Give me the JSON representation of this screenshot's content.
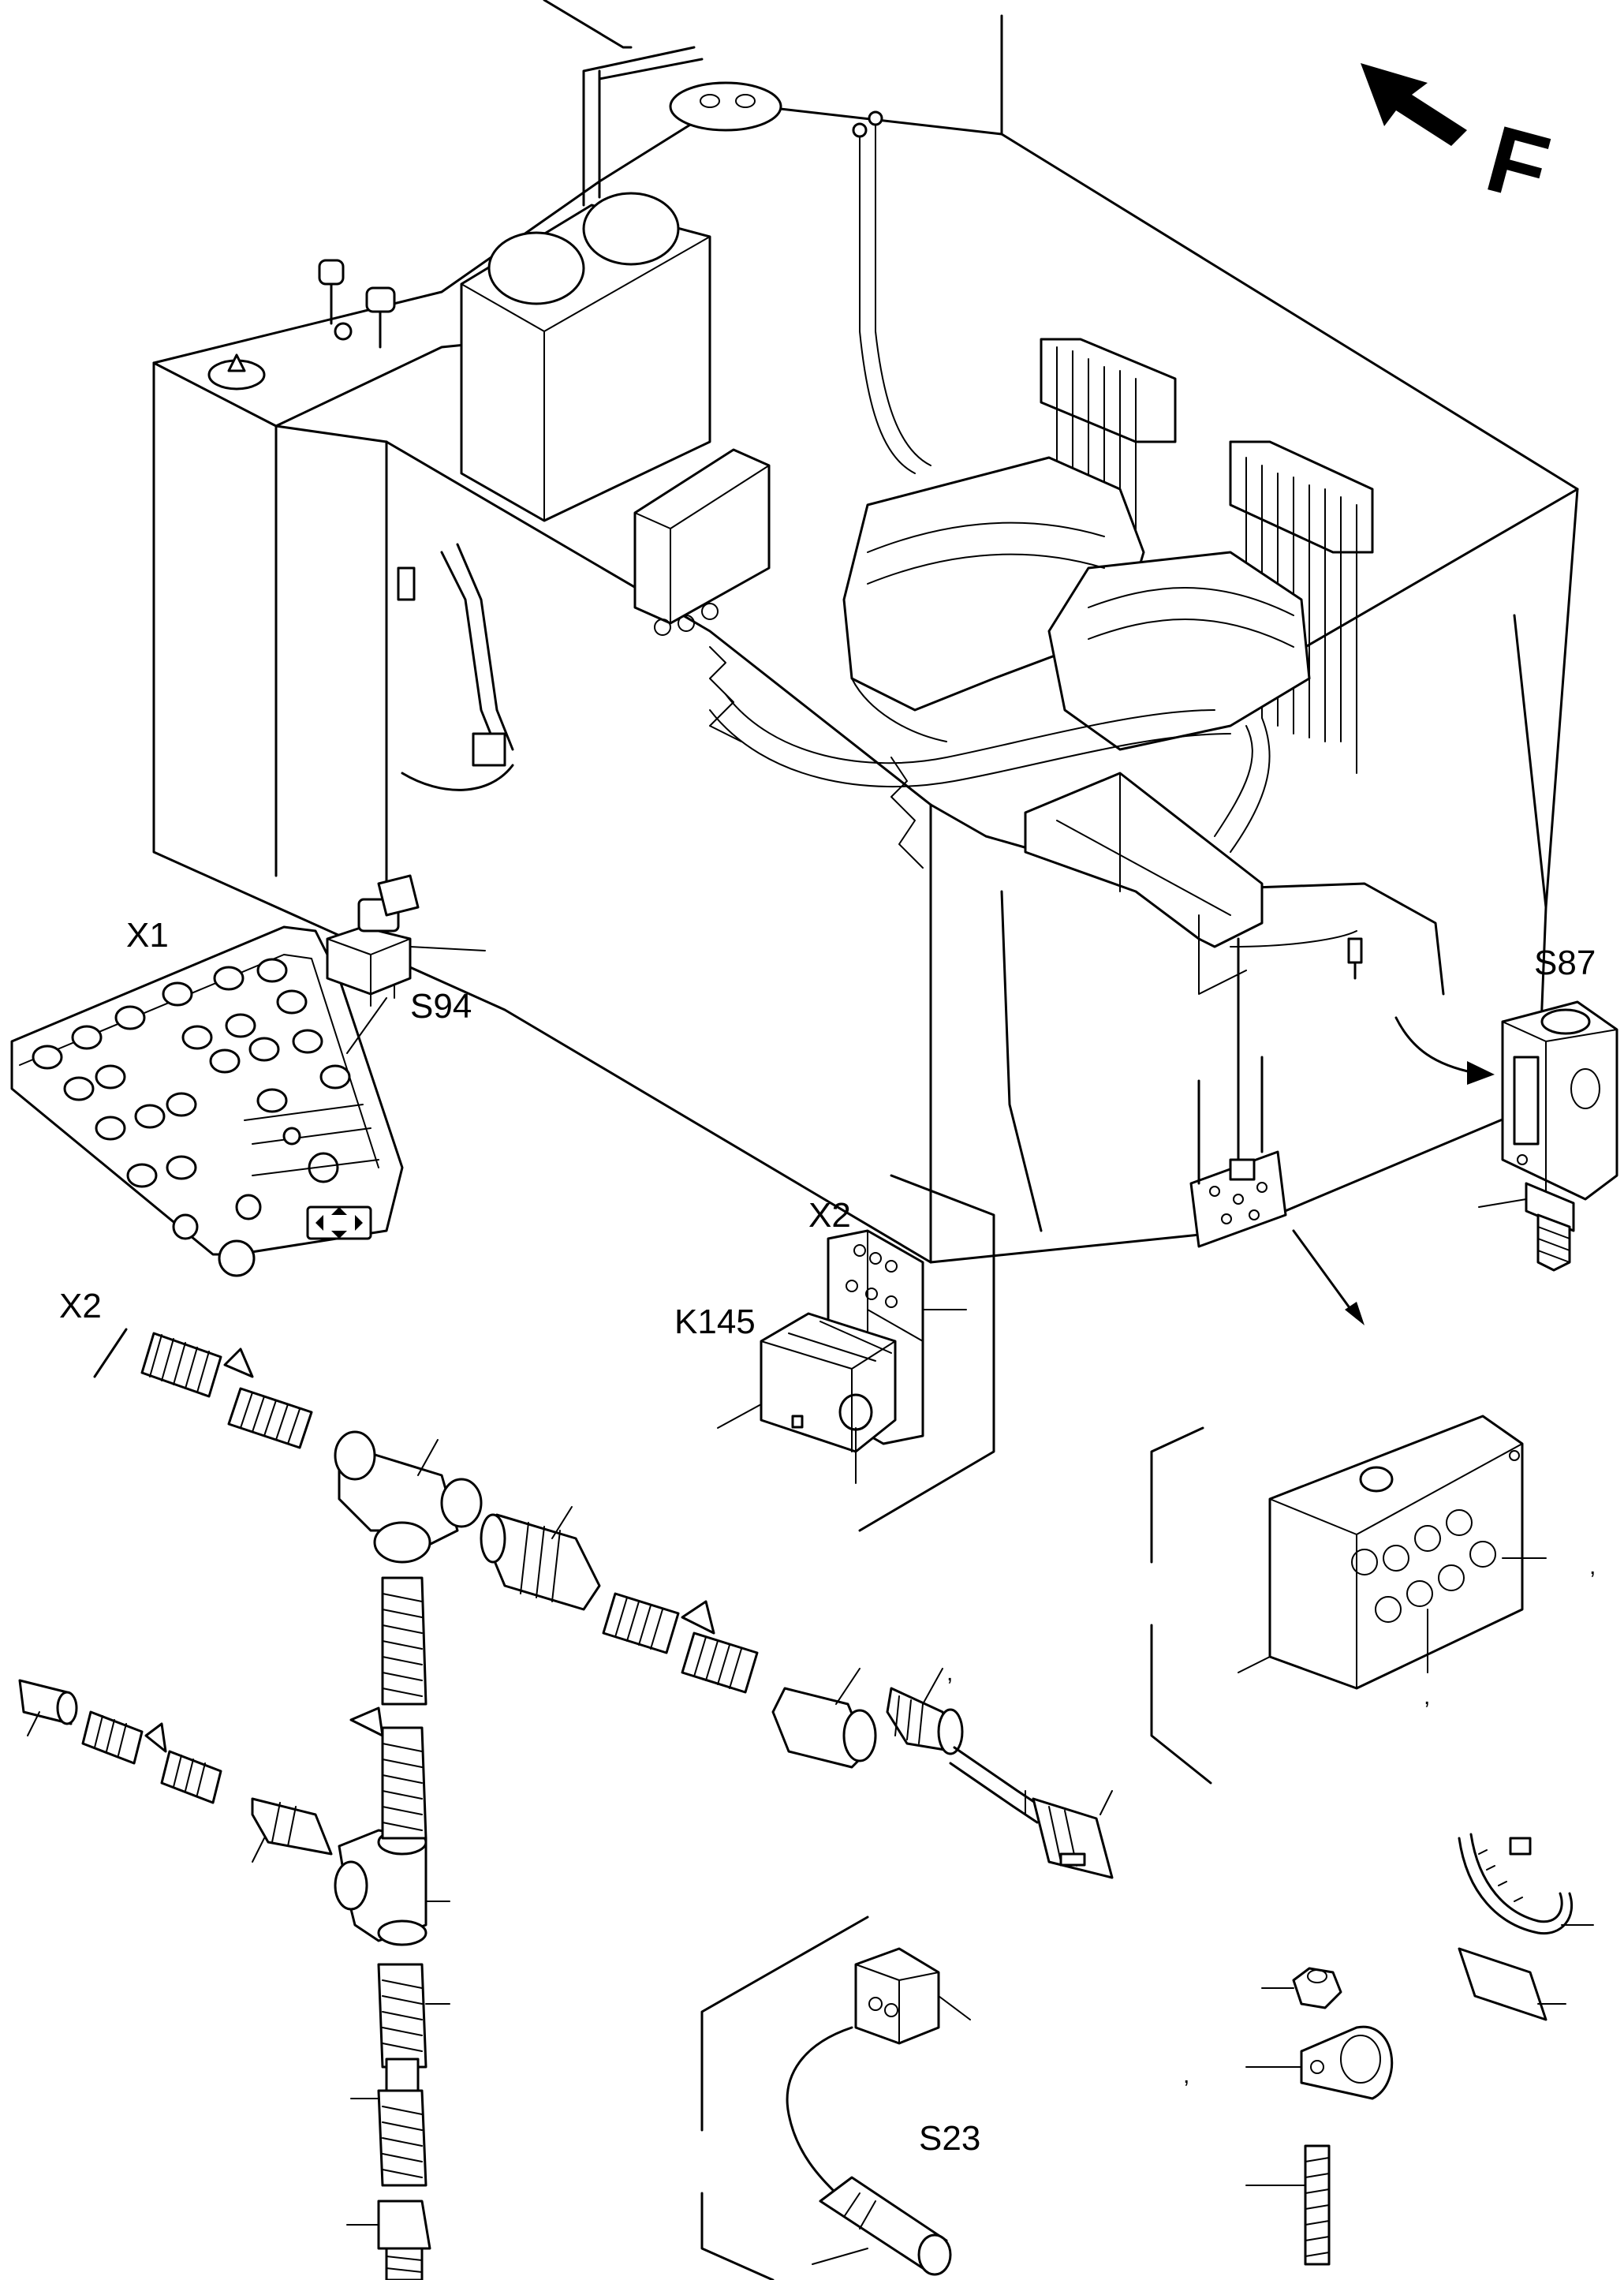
{
  "labels": {
    "x1": "X1",
    "s94": "S94",
    "s87": "S87",
    "x2_relay": "X2",
    "k145": "K145",
    "x2_conduit": "X2",
    "s23": "S23",
    "direction": "F"
  },
  "commas": {
    "c1": ",",
    "c2": ",",
    "c3": ",",
    "c4": ","
  }
}
